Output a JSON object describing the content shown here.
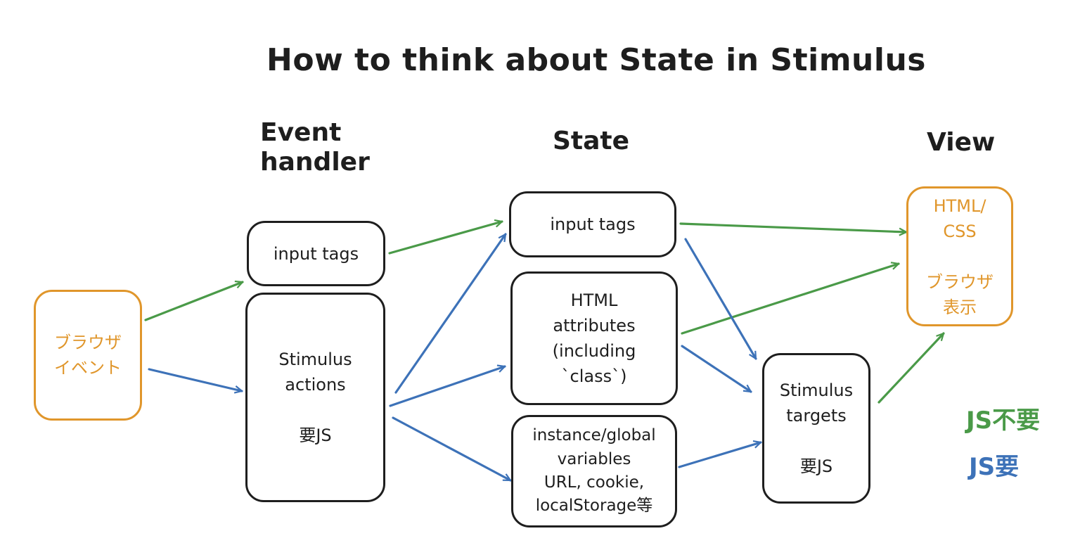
{
  "title": "How to think about State in Stimulus",
  "columns": {
    "event_handler": [
      "Event",
      "handler"
    ],
    "state": "State",
    "view": "View"
  },
  "nodes": {
    "browser_event": [
      "ブラウザ",
      "イベント"
    ],
    "eh_input_tags": "input tags",
    "stimulus_actions": [
      "Stimulus",
      "actions",
      "",
      "要JS"
    ],
    "state_input_tags": "input tags",
    "html_attributes": [
      "HTML",
      "attributes",
      "(including",
      "`class`)"
    ],
    "variables": [
      "instance/global",
      "variables",
      "URL, cookie,",
      "localStorage等"
    ],
    "stimulus_targets": [
      "Stimulus",
      "targets",
      "",
      "要JS"
    ],
    "html_css": [
      "HTML/",
      "CSS",
      "",
      "ブラウザ",
      "表示"
    ]
  },
  "legend": {
    "green": "JS不要",
    "blue": "JS要"
  },
  "colors": {
    "green": "#4a9a48",
    "blue": "#3d72b8",
    "orange": "#e0962b",
    "stroke": "#1e1e1e"
  }
}
